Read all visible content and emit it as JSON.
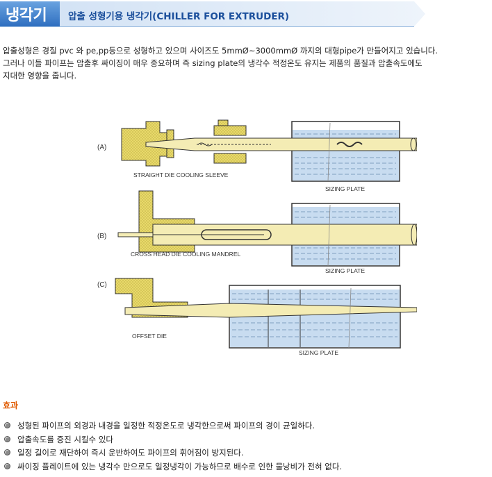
{
  "banner": {
    "title": "냉각기",
    "subtitle": "압출 성형기용 냉각기(CHILLER FOR EXTRUDER)"
  },
  "intro": {
    "lines": [
      "압출성형은 경질 pvc 와 pe,pp등으로 성형하고 있으며 사이즈도 5mmØ~3000mmØ 까지의 대형pipe가 만들어지고 있습니다.",
      "그러나 이들 파이프는 압출후 싸이징이 매우 중요하며 즉 sizing plate의 냉각수 적정온도 유지는 제품의 품질과 압출속도에도",
      "지대한 영향을 줍니다."
    ]
  },
  "diagram": {
    "a": {
      "marker": "(A)",
      "die_label": "STRAIGHT DIE COOLING SLEEVE",
      "plate_label": "SIZING PLATE"
    },
    "b": {
      "marker": "(B)",
      "die_label": "CROSS HEAD DIE COOLING MANDREL",
      "plate_label": "SIZING PLATE"
    },
    "c": {
      "marker": "(C)",
      "die_label": "OFFSET DIE",
      "plate_label": "SIZING PLATE"
    },
    "colors": {
      "die": "#e8d96a",
      "water": "#c8dcf0",
      "pipe": "#f4ecb4"
    }
  },
  "effects": {
    "title": "효과",
    "items": [
      "성형된 파이프의 외경과 내경을 일정한 적정온도로 냉각한으로써 파이프의 경이 균일하다.",
      "압출속도를 증진 시킬수 있다",
      "일정 길이로 재단하여 즉시 운반하여도 파이프의 휘어짐이 방지된다.",
      "싸이징 플레이트에 있는 냉각수 만으로도 일정냉각이 가능하므로 배수로 인한 물낭비가 전혀 없다."
    ]
  }
}
